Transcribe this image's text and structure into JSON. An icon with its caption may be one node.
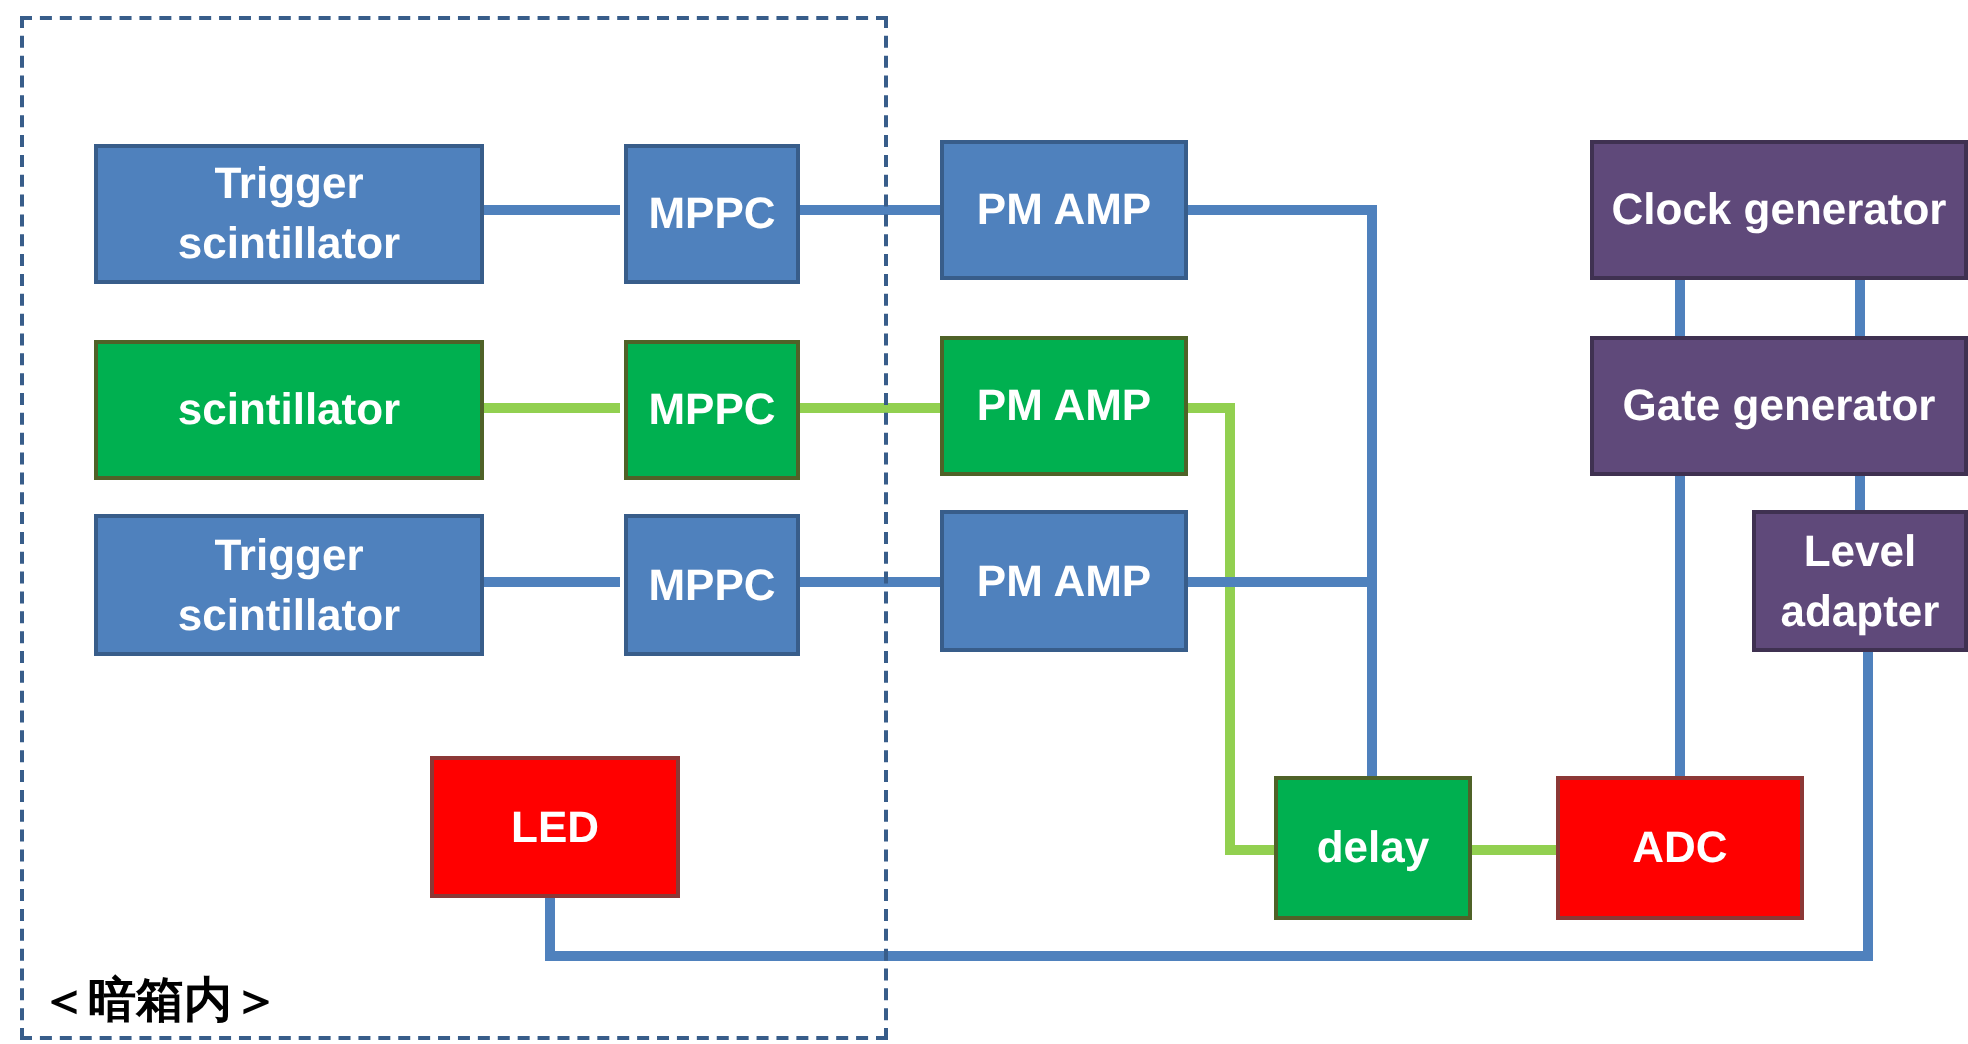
{
  "diagram": {
    "nodes": [
      {
        "text": [
          "＜暗箱内＞"
        ]
      },
      {
        "text": [
          "Trigger scintillator"
        ],
        "in": 0
      },
      {
        "text": [
          "MPPC"
        ],
        "in": 0
      },
      {
        "text": [
          "PM AMP"
        ]
      },
      {
        "text": [
          "Clock generator"
        ]
      },
      {
        "text": [
          "scintillator"
        ],
        "in": 0
      },
      {
        "text": [
          "MPPC"
        ],
        "in": 0
      },
      {
        "text": [
          "PM AMP"
        ]
      },
      {
        "text": [
          "Gate generator"
        ]
      },
      {
        "text": [
          "Trigger scintillator"
        ],
        "in": 0
      },
      {
        "text": [
          "MPPC"
        ],
        "in": 0
      },
      {
        "text": [
          "PM AMP"
        ]
      },
      {
        "text": [
          "Level adapter"
        ]
      },
      {
        "text": [
          "LED"
        ],
        "in": 0
      },
      {
        "text": [
          "delay"
        ]
      },
      {
        "text": [
          "ADC"
        ]
      }
    ],
    "edges": [
      {
        "from": 1,
        "to": 2,
        "arrow": "none"
      },
      {
        "from": 2,
        "to": 3,
        "arrow": "none"
      },
      {
        "from": 3,
        "to": 14,
        "arrow": "none"
      },
      {
        "from": 5,
        "to": 6,
        "arrow": "none",
        "color": "#92d050"
      },
      {
        "from": 6,
        "to": 7,
        "arrow": "none",
        "color": "#92d050"
      },
      {
        "from": 7,
        "to": 14,
        "arrow": "none",
        "color": "#92d050"
      },
      {
        "from": 9,
        "to": 10,
        "arrow": "none"
      },
      {
        "from": 10,
        "to": 11,
        "arrow": "none"
      },
      {
        "from": 11,
        "to": 14,
        "arrow": "none"
      },
      {
        "from": 4,
        "to": 8,
        "arrow": "none"
      },
      {
        "from": 4,
        "to": 8,
        "arrow": "none"
      },
      {
        "from": 8,
        "to": 15,
        "arrow": "none"
      },
      {
        "from": 8,
        "to": 12,
        "arrow": "none"
      },
      {
        "from": 12,
        "to": 13,
        "arrow": "none"
      },
      {
        "from": 14,
        "to": 15,
        "arrow": "none",
        "color": "#92d050"
      }
    ]
  }
}
